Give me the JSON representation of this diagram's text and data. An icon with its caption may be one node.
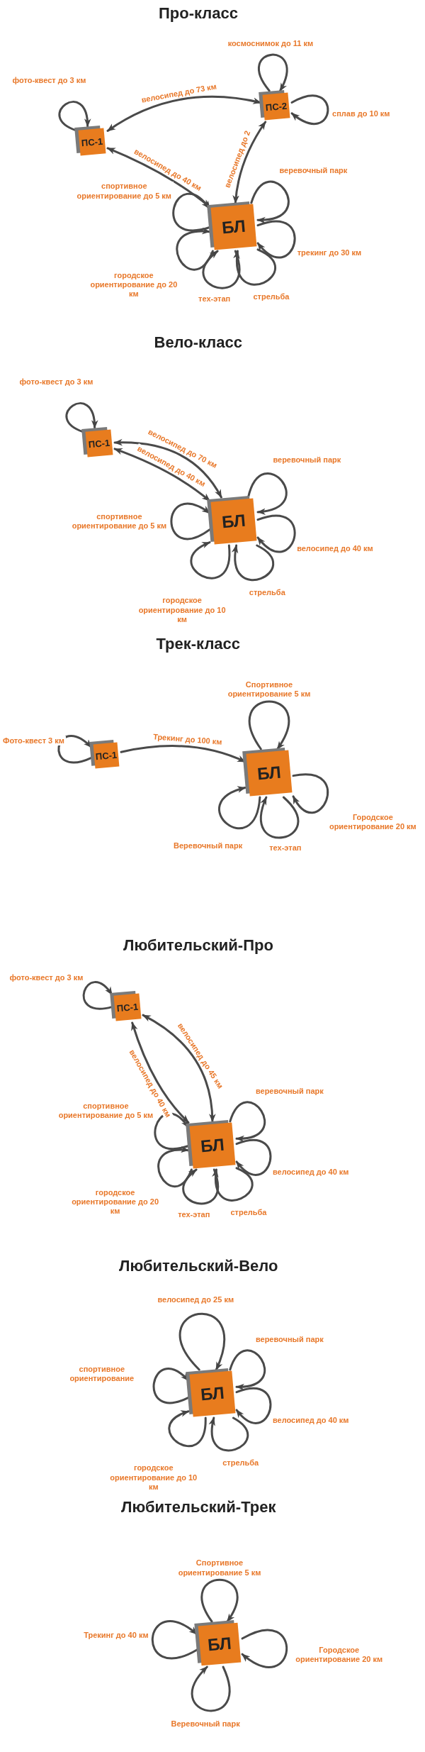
{
  "diagram": {
    "nodes": [
      {
        "text": [
          "ПС-1"
        ]
      },
      {
        "text": [
          "ПС-2"
        ]
      },
      {
        "text": [
          "БЛ"
        ]
      },
      {
        "text": [
          "ПС-1"
        ]
      },
      {
        "text": [
          "БЛ"
        ]
      },
      {
        "text": [
          "ПС-1"
        ]
      },
      {
        "text": [
          "БЛ"
        ]
      },
      {
        "text": [
          "ПС-1"
        ]
      },
      {
        "text": [
          "БЛ"
        ]
      },
      {
        "text": [
          "БЛ"
        ]
      },
      {
        "text": [
          "БЛ"
        ]
      }
    ],
    "edges": [
      {
        "from": 0,
        "to": 0,
        "arrow": "to",
        "label": "фото-квест до 3 км"
      },
      {
        "from": 0,
        "to": 1,
        "arrow": "both",
        "label": "велосипед до 73 км"
      },
      {
        "from": 1,
        "to": 1,
        "arrow": "to",
        "label": "космоснимок до 11 км"
      },
      {
        "from": 1,
        "to": 1,
        "arrow": "to",
        "label": "сплав до 10 км"
      },
      {
        "from": 0,
        "to": 2,
        "arrow": "both",
        "label": "велосипед до 40 км"
      },
      {
        "from": 2,
        "to": 1,
        "arrow": "both",
        "label": "велосипед до 2"
      },
      {
        "from": 2,
        "to": 2,
        "arrow": "to",
        "label": "веревочный парк"
      },
      {
        "from": 2,
        "to": 2,
        "arrow": "to",
        "label": "трекинг до 30 км"
      },
      {
        "from": 2,
        "to": 2,
        "arrow": "to",
        "label": "стрельба"
      },
      {
        "from": 2,
        "to": 2,
        "arrow": "to",
        "label": "тех-этап"
      },
      {
        "from": 2,
        "to": 2,
        "arrow": "to",
        "label": "городское ориентирование до 20 км"
      },
      {
        "from": 2,
        "to": 2,
        "arrow": "to",
        "label": "спортивное ориентирование до 5 км"
      },
      {
        "from": 3,
        "to": 3,
        "arrow": "to",
        "label": "фото-квест до 3 км"
      },
      {
        "from": 3,
        "to": 4,
        "arrow": "both",
        "label": "велосипед до 70 км"
      },
      {
        "from": 3,
        "to": 4,
        "arrow": "both",
        "label": "велосипед до 40 км"
      },
      {
        "from": 4,
        "to": 4,
        "arrow": "to",
        "label": "веревочный парк"
      },
      {
        "from": 4,
        "to": 4,
        "arrow": "to",
        "label": "велосипед до 40 км"
      },
      {
        "from": 4,
        "to": 4,
        "arrow": "to",
        "label": "стрельба"
      },
      {
        "from": 4,
        "to": 4,
        "arrow": "to",
        "label": "городское ориентирование до 10 км"
      },
      {
        "from": 4,
        "to": 4,
        "arrow": "to",
        "label": "спортивное ориентирование до 5 км"
      },
      {
        "from": 5,
        "to": 5,
        "arrow": "to",
        "label": "Фото-квест 3 км"
      },
      {
        "from": 5,
        "to": 6,
        "arrow": "to",
        "label": "Трекинг до 100 км"
      },
      {
        "from": 6,
        "to": 6,
        "arrow": "to",
        "label": "Спортивное ориентирование 5 км"
      },
      {
        "from": 6,
        "to": 6,
        "arrow": "to",
        "label": "Городское ориентирование 20 км"
      },
      {
        "from": 6,
        "to": 6,
        "arrow": "to",
        "label": "тех-этап"
      },
      {
        "from": 6,
        "to": 6,
        "arrow": "to",
        "label": "Веревочный парк"
      },
      {
        "from": 7,
        "to": 7,
        "arrow": "to",
        "label": "фото-квест до 3 км"
      },
      {
        "from": 7,
        "to": 8,
        "arrow": "both",
        "label": "велосипед до 45 км"
      },
      {
        "from": 7,
        "to": 8,
        "arrow": "both",
        "label": "велосипед до 40 км"
      },
      {
        "from": 8,
        "to": 8,
        "arrow": "to",
        "label": "веревочный парк"
      },
      {
        "from": 8,
        "to": 8,
        "arrow": "to",
        "label": "велосипед до 40 км"
      },
      {
        "from": 8,
        "to": 8,
        "arrow": "to",
        "label": "стрельба"
      },
      {
        "from": 8,
        "to": 8,
        "arrow": "to",
        "label": "тех-этап"
      },
      {
        "from": 8,
        "to": 8,
        "arrow": "to",
        "label": "городское ориентирование до 20 км"
      },
      {
        "from": 8,
        "to": 8,
        "arrow": "to",
        "label": "спортивное ориентирование до 5 км"
      },
      {
        "from": 9,
        "to": 9,
        "arrow": "to",
        "label": "велосипед до 25 км"
      },
      {
        "from": 9,
        "to": 9,
        "arrow": "to",
        "label": "веревочный парк"
      },
      {
        "from": 9,
        "to": 9,
        "arrow": "to",
        "label": "велосипед до 40 км"
      },
      {
        "from": 9,
        "to": 9,
        "arrow": "to",
        "label": "стрельба"
      },
      {
        "from": 9,
        "to": 9,
        "arrow": "to",
        "label": "городское ориентирование до 10 км"
      },
      {
        "from": 9,
        "to": 9,
        "arrow": "to",
        "label": "спортивное ориентирование"
      },
      {
        "from": 10,
        "to": 10,
        "arrow": "to",
        "label": "Спортивное ориентирование 5 км"
      },
      {
        "from": 10,
        "to": 10,
        "arrow": "to",
        "label": "Городское ориентирование 20 км"
      },
      {
        "from": 10,
        "to": 10,
        "arrow": "to",
        "label": "Веревочный парк"
      },
      {
        "from": 10,
        "to": 10,
        "arrow": "to",
        "label": "Трекинг до 40 км"
      }
    ],
    "labels": [
      "Про-класс",
      "Вело-класс",
      "Трек-класс",
      "Любительский-Про",
      "Любительский-Вело",
      "Любительский-Трек"
    ]
  }
}
